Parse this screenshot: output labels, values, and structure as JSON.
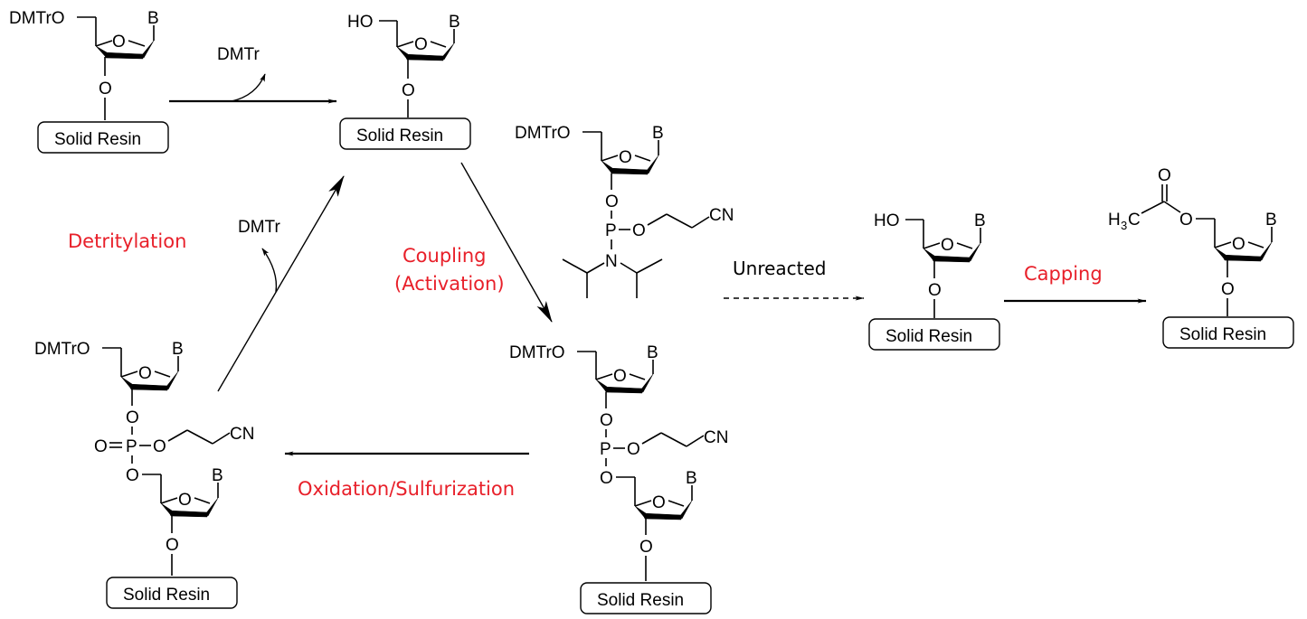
{
  "diagram": {
    "type": "reaction-scheme",
    "title": "",
    "colors": {
      "step_label": "#e8202a",
      "structure": "#000000",
      "background": "#ffffff"
    },
    "steps": {
      "detritylation": "Detritylation",
      "coupling_line1": "Coupling",
      "coupling_line2": "(Activation)",
      "oxidation": "Oxidation/Sulfurization",
      "capping": "Capping"
    },
    "notes": {
      "unreacted": "Unreacted"
    },
    "byproducts": {
      "top_leaving_group": "DMTr",
      "left_leaving_group": "DMTr"
    },
    "labels": {
      "resin": "Solid Resin",
      "dmtro": "DMTrO",
      "ho": "HO",
      "base": "B",
      "ring_o": "O",
      "oxygen": "O",
      "phosphorus": "P",
      "nitrogen": "N",
      "cn": "CN",
      "o_double_p": "O=P",
      "h3c_h": "H",
      "h3c_sub": "3",
      "h3c_c": "C"
    },
    "structures": [
      {
        "id": "start-nucleoside",
        "description": "5'-DMTr protected nucleoside on solid resin"
      },
      {
        "id": "deprotected-nucleoside",
        "description": "5'-OH nucleoside on solid resin"
      },
      {
        "id": "phosphoramidite",
        "description": "DMTr nucleoside 3'-O-(2-cyanoethyl) N,N-diisopropyl phosphoramidite"
      },
      {
        "id": "phosphite-triester",
        "description": "Dinucleotide phosphite triester on solid resin"
      },
      {
        "id": "phosphate-triester",
        "description": "Dinucleotide phosphate triester on solid resin"
      },
      {
        "id": "unreacted-nucleoside",
        "description": "Unreacted 5'-OH nucleoside on solid resin"
      },
      {
        "id": "capped-nucleoside",
        "description": "5'-O-acetyl capped nucleoside on solid resin"
      }
    ]
  }
}
